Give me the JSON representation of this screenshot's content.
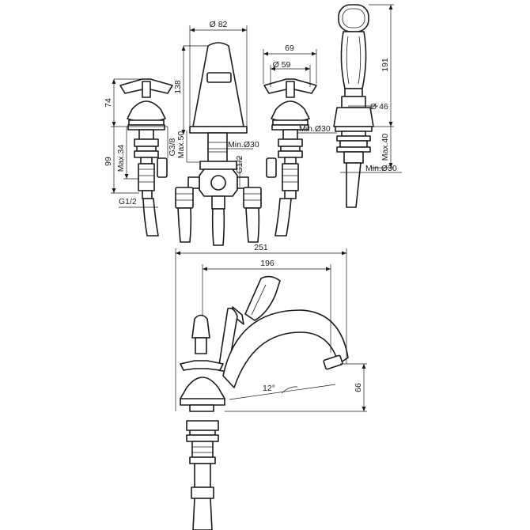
{
  "dimensions": {
    "spout_width": "Ø 82",
    "spout_height": "138",
    "spout_tail_min": "Min.Ø30",
    "spout_tail_max": "Max.50",
    "valve_handle_height": "74",
    "valve_body_height": "99",
    "valve_deck_max": "Max.34",
    "valve_inlet": "G3/8",
    "valve_connection_left": "G1/2",
    "valve_connection_center": "G1/2",
    "handle_span": "69",
    "handle_diameter": "Ø 59",
    "valve_tail_min": "Min.Ø30",
    "shower_height": "191",
    "shower_diameter": "Ø 46",
    "shower_deck_max": "Max.40",
    "shower_tail_min": "Min.Ø30",
    "assembly_length": "251",
    "spout_reach": "196",
    "spout_outlet_height": "66",
    "spout_angle": "12°"
  }
}
